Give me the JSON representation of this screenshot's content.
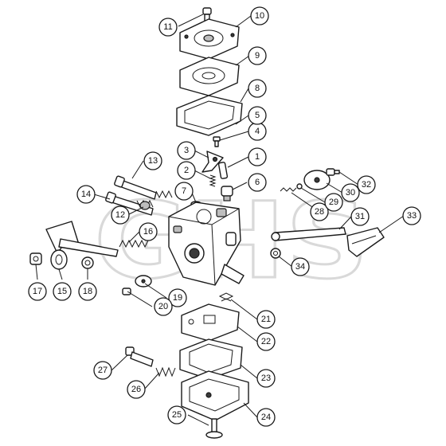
{
  "watermark": {
    "text": "GHS"
  },
  "callouts": [
    {
      "id": "c1",
      "label": "1"
    },
    {
      "id": "c2",
      "label": "2"
    },
    {
      "id": "c3",
      "label": "3"
    },
    {
      "id": "c4",
      "label": "4"
    },
    {
      "id": "c5",
      "label": "5"
    },
    {
      "id": "c6",
      "label": "6"
    },
    {
      "id": "c7",
      "label": "7"
    },
    {
      "id": "c8",
      "label": "8"
    },
    {
      "id": "c9",
      "label": "9"
    },
    {
      "id": "c10",
      "label": "10"
    },
    {
      "id": "c11",
      "label": "11"
    },
    {
      "id": "c12",
      "label": "12"
    },
    {
      "id": "c13",
      "label": "13"
    },
    {
      "id": "c14",
      "label": "14"
    },
    {
      "id": "c15",
      "label": "15"
    },
    {
      "id": "c16",
      "label": "16"
    },
    {
      "id": "c17",
      "label": "17"
    },
    {
      "id": "c18",
      "label": "18"
    },
    {
      "id": "c19",
      "label": "19"
    },
    {
      "id": "c20",
      "label": "20"
    },
    {
      "id": "c21",
      "label": "21"
    },
    {
      "id": "c22",
      "label": "22"
    },
    {
      "id": "c23",
      "label": "23"
    },
    {
      "id": "c24",
      "label": "24"
    },
    {
      "id": "c25",
      "label": "25"
    },
    {
      "id": "c26",
      "label": "26"
    },
    {
      "id": "c27",
      "label": "27"
    },
    {
      "id": "c28",
      "label": "28"
    },
    {
      "id": "c29",
      "label": "29"
    },
    {
      "id": "c30",
      "label": "30"
    },
    {
      "id": "c31",
      "label": "31"
    },
    {
      "id": "c32",
      "label": "32"
    },
    {
      "id": "c33",
      "label": "33"
    },
    {
      "id": "c34",
      "label": "34"
    }
  ]
}
